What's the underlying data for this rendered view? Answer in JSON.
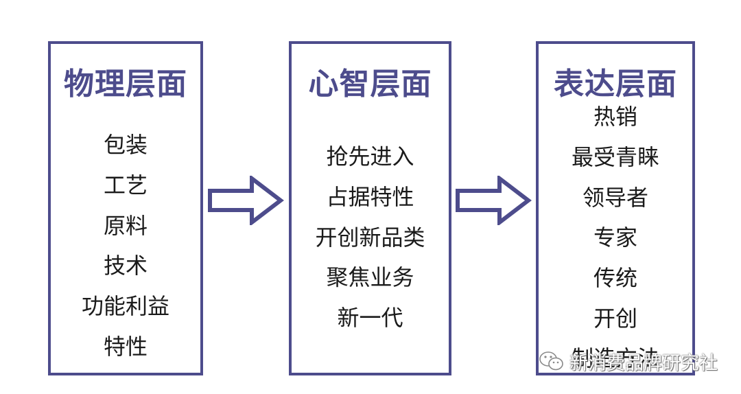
{
  "panels": [
    {
      "title": "物理层面",
      "items": [
        "包装",
        "工艺",
        "原料",
        "技术",
        "功能利益",
        "特性"
      ]
    },
    {
      "title": "心智层面",
      "items": [
        "抢先进入",
        "占据特性",
        "开创新品类",
        "聚焦业务",
        "新一代"
      ]
    },
    {
      "title": "表达层面",
      "items": [
        "热销",
        "最受青睐",
        "领导者",
        "专家",
        "传统",
        "开创",
        "制造方法"
      ]
    }
  ],
  "watermark": {
    "text": "新消费品牌研究社",
    "icon": "wechat-icon"
  },
  "colors": {
    "accent": "#4d4c8c",
    "text": "#1a1a1a"
  }
}
